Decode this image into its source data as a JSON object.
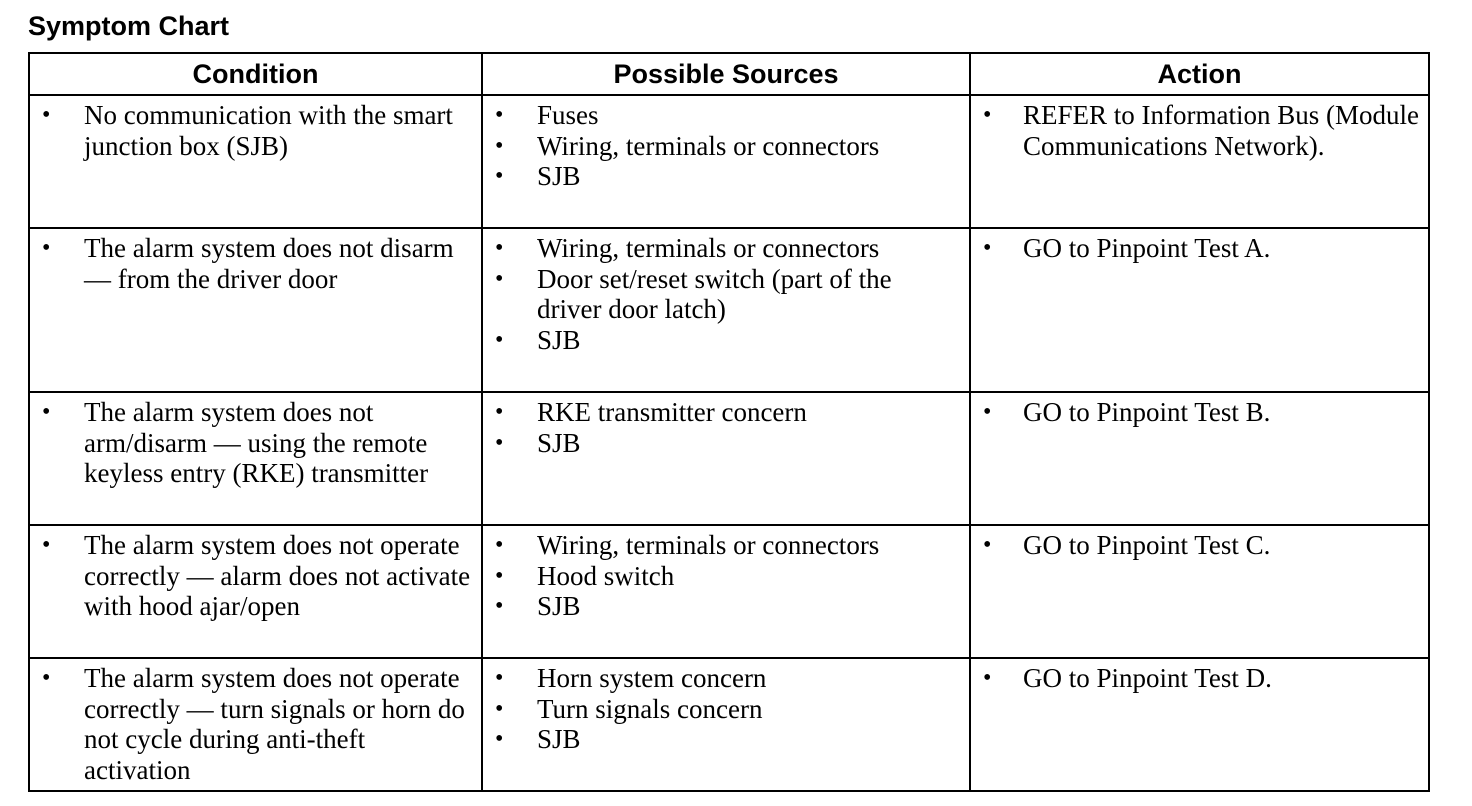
{
  "title": "Symptom Chart",
  "columns": [
    "Condition",
    "Possible Sources",
    "Action"
  ],
  "rows": [
    {
      "condition": [
        "No communication with the smart junction box (SJB)"
      ],
      "sources": [
        "Fuses",
        "Wiring, terminals or connectors",
        "SJB"
      ],
      "action": [
        "REFER to Information Bus (Module Communications Network)."
      ]
    },
    {
      "condition": [
        "The alarm system does not disarm — from the driver door"
      ],
      "sources": [
        "Wiring, terminals or connectors",
        "Door set/reset switch (part of the driver door latch)",
        "SJB"
      ],
      "action": [
        "GO to Pinpoint Test A."
      ]
    },
    {
      "condition": [
        "The alarm system does not arm/disarm — using the remote keyless entry (RKE) transmitter"
      ],
      "sources": [
        "RKE transmitter concern",
        "SJB"
      ],
      "action": [
        "GO to Pinpoint Test B."
      ]
    },
    {
      "condition": [
        "The alarm system does not operate correctly — alarm does not activate with hood ajar/open"
      ],
      "sources": [
        "Wiring, terminals or connectors",
        "Hood switch",
        "SJB"
      ],
      "action": [
        "GO to Pinpoint Test C."
      ]
    },
    {
      "condition": [
        "The alarm system does not operate correctly — turn signals or horn do not cycle during anti-theft activation"
      ],
      "sources": [
        "Horn system concern",
        "Turn signals concern",
        "SJB"
      ],
      "action": [
        "GO to Pinpoint Test D."
      ]
    }
  ]
}
